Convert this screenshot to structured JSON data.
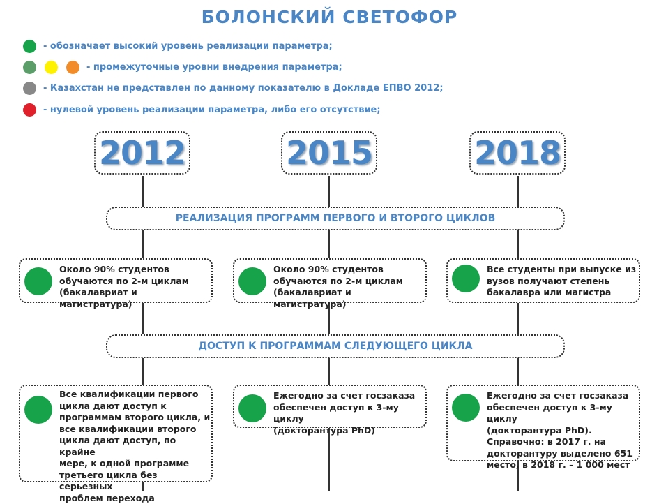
{
  "title": "БОЛОНСКИЙ СВЕТОФОР",
  "colors": {
    "green": "#16a34a",
    "muted_green": "#5c9e6a",
    "yellow": "#fff200",
    "orange": "#f28c28",
    "gray": "#888888",
    "red": "#e0202a",
    "accent_blue": "#4a86c5"
  },
  "legend": [
    {
      "text": "- обозначает высокий уровень реализации параметра;",
      "dots": [
        "green"
      ]
    },
    {
      "text": "- промежуточные уровни внедрения параметра;",
      "dots": [
        "muted_green",
        "yellow",
        "orange"
      ]
    },
    {
      "text": "- Казахстан не представлен по данному показателю в Докладе ЕПВО 2012;",
      "dots": [
        "gray"
      ]
    },
    {
      "text": "- нулевой уровень реализации параметра, либо его отсутствие;",
      "dots": [
        "red"
      ]
    }
  ],
  "years": [
    "2012",
    "2015",
    "2018"
  ],
  "sections": [
    {
      "title": "РЕАЛИЗАЦИЯ ПРОГРАММ ПЕРВОГО И ВТОРОГО ЦИКЛОВ",
      "cards": [
        {
          "status": "green",
          "text": "Около 90% студентов\nобучаются по 2-м циклам\n(бакалавриат и магистратура)"
        },
        {
          "status": "green",
          "text": "Около 90% студентов\nобучаются по 2-м циклам\n(бакалавриат и магистратура)"
        },
        {
          "status": "green",
          "text": "Все студенты при выпуске из\nвузов получают степень\nбакалавра или магистра"
        }
      ]
    },
    {
      "title": "ДОСТУП К ПРОГРАММАМ СЛЕДУЮЩЕГО ЦИКЛА",
      "cards": [
        {
          "status": "green",
          "text": "Все квалификации первого\nцикла дают доступ к\nпрограммам второго цикла, и\nвсе квалификации второго\nцикла дают доступ, по крайне\nмере, к одной программе\nтретьего цикла без серьезных\nпроблем перехода"
        },
        {
          "status": "green",
          "text": "Ежегодно за счет госзаказа\nобеспечен доступ к 3-му циклу\n(докторантура PhD)"
        },
        {
          "status": "green",
          "text": "Ежегодно за счет госзаказа\nобеспечен доступ к 3-му циклу\n(докторантура PhD).\nСправочно: в 2017 г. на\nдокторантуру выделено 651\nместо, в 2018 г. – 1 000 мест"
        }
      ]
    }
  ]
}
